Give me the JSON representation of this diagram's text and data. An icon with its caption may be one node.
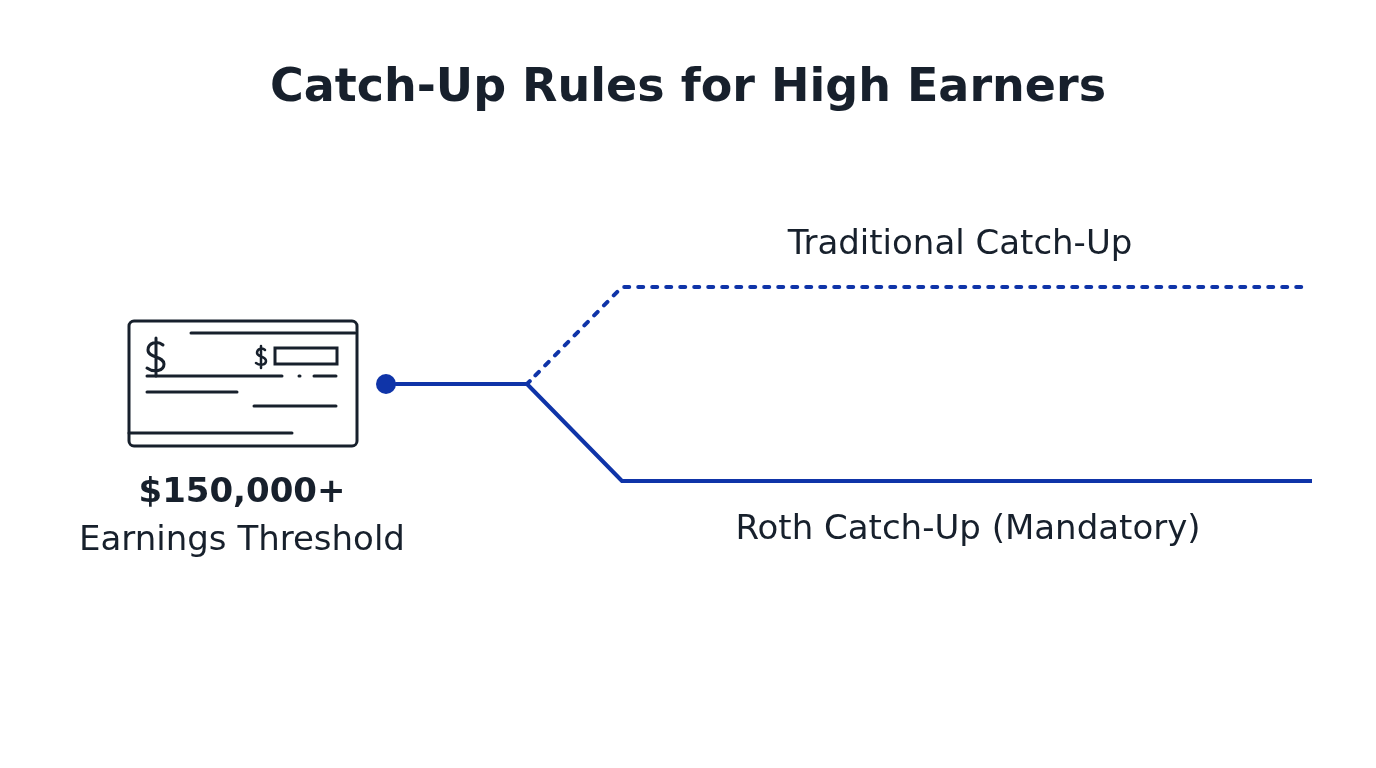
{
  "diagram": {
    "title": "Catch-Up Rules for High Earners",
    "nodes": [
      {
        "text": [
          "$150,000+",
          "Earnings Threshold"
        ]
      },
      {
        "text": [],
        "shape": "circle"
      }
    ],
    "edges": [
      {
        "from": 1,
        "to": null,
        "arrow": "none",
        "label": "Traditional Catch-Up",
        "style": "dashed"
      },
      {
        "from": 1,
        "to": null,
        "arrow": "none",
        "label": "Roth Catch-Up (Mandatory)"
      }
    ]
  }
}
